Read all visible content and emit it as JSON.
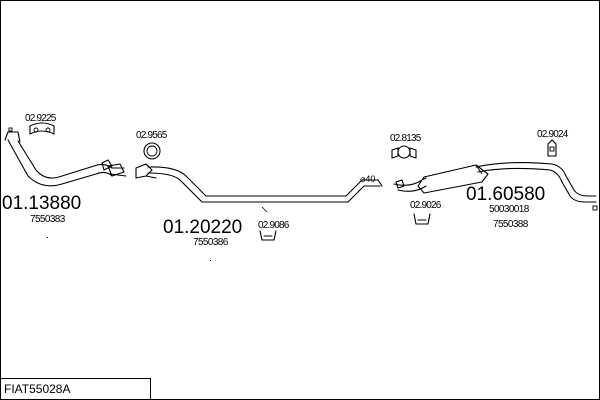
{
  "title": "FIAT55028A",
  "parts": {
    "front_pipe": {
      "number": "01.13880",
      "oe": "7550383"
    },
    "middle_pipe": {
      "number": "01.20220",
      "oe": "7550386"
    },
    "rear_silencer": {
      "number": "01.60580",
      "oe1": "50030018",
      "oe2": "7550388"
    }
  },
  "accessories": {
    "gasket_front": "02.9225",
    "clamp_front": "02.9565",
    "hanger_middle": "02.9086",
    "hanger_rear_left": "02.8135",
    "hanger_rear_mid": "02.9026",
    "bracket_tail": "02.9024"
  },
  "diameter_label": "⌀40"
}
